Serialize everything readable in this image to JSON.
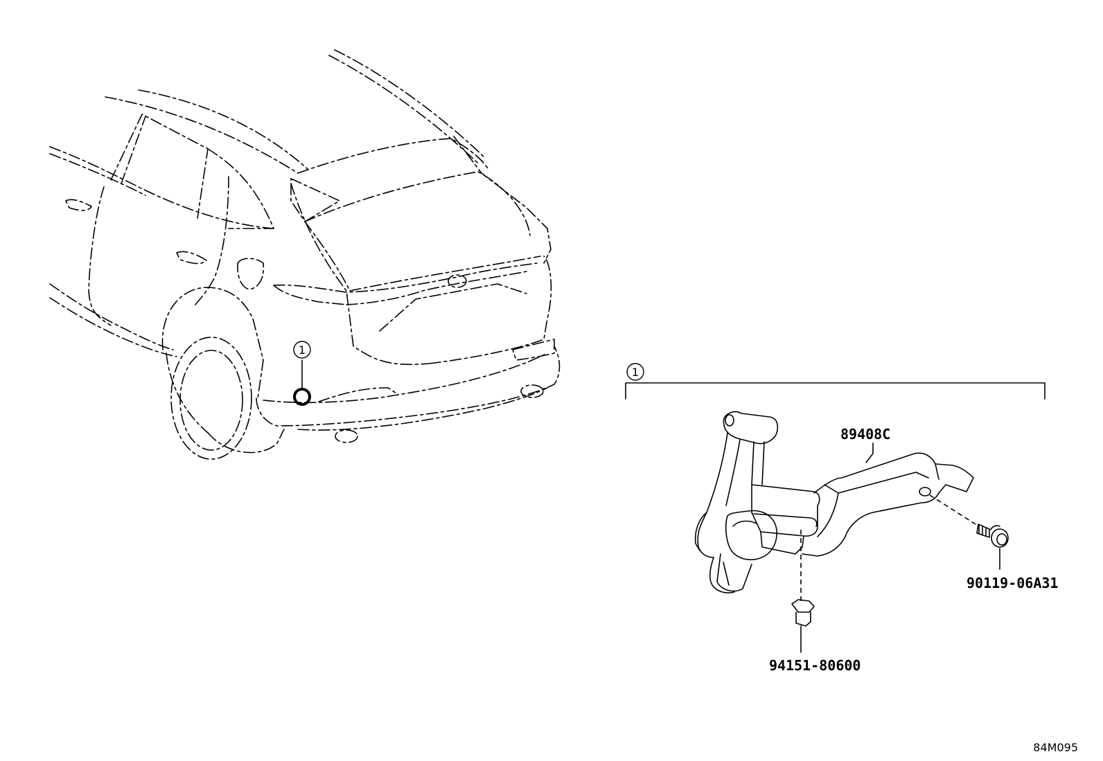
{
  "callouts": {
    "car_ref": "1",
    "group_ref": "1"
  },
  "parts": {
    "sensor": "89408C",
    "bolt": "90119-06A31",
    "nut": "94151-80600"
  },
  "diagram_code": "84M095"
}
